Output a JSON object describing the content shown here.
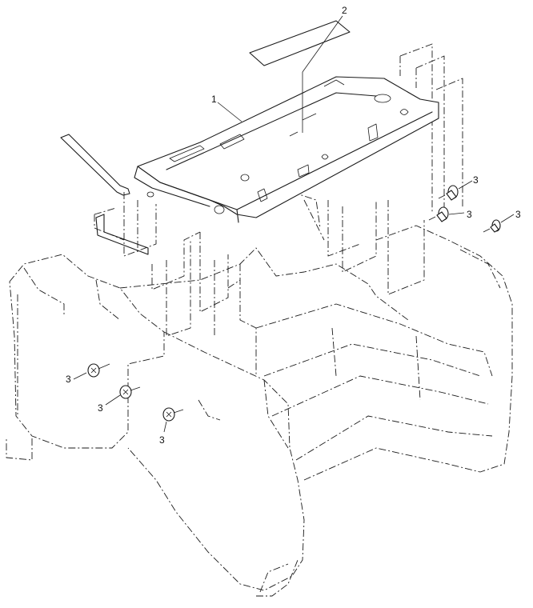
{
  "diagram": {
    "callouts": {
      "part_1": "1",
      "part_2": "2",
      "part_3": "3"
    }
  }
}
